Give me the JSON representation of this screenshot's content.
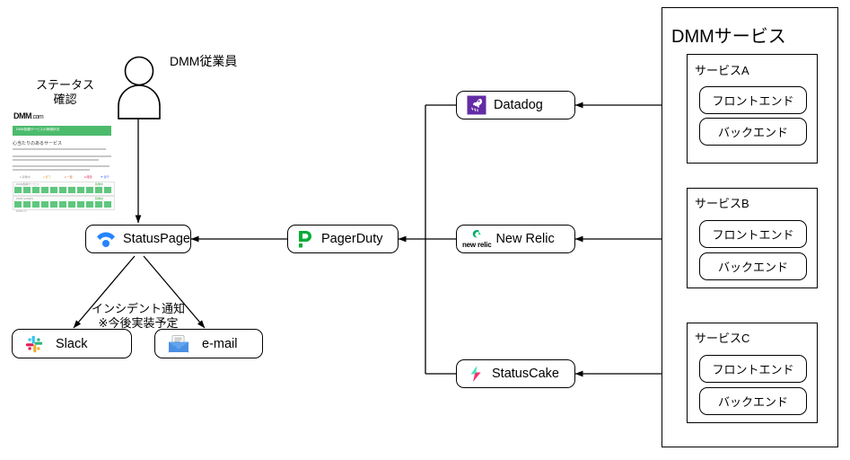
{
  "diagram": {
    "title_service_group": "DMMサービス",
    "actor_label": "DMM従業員",
    "status_check_label_line1": "ステータス",
    "status_check_label_line2": "確認",
    "incident_label_line1": "インシデント通知",
    "incident_label_line2": "※今後実装予定"
  },
  "thumbnail": {
    "brand": "DMM",
    "brand_suffix": ".com",
    "banner_text": "DMM各種サービスの稼働状況",
    "heading": "心当たりのあるサービス",
    "body_line1": "インシデントが発生した場合、こちらのページにて状況をお知らせいたします。",
    "body_line2": "なお、各サービスの詳細な稼働状況につきましては、各サービスのお問い合わせ窓口までご連絡ください。",
    "body_line3": "システムメンテナンスの予定等のお知らせは、それぞれのサービスサイトにてご案内しております。",
    "legend": [
      "稼働中",
      "パフォーマンス低下",
      "一部障害",
      "障害",
      "メンテナンス"
    ],
    "rows": [
      "DMM各種サービス",
      "DMM GAMES",
      "DMM TV"
    ]
  },
  "nodes": {
    "statuspage": {
      "label": "StatusPage",
      "icon": "statuspage-icon",
      "color": "#2684FF"
    },
    "pagerduty": {
      "label": "PagerDuty",
      "icon": "pagerduty-icon",
      "color": "#06AC38"
    },
    "datadog": {
      "label": "Datadog",
      "icon": "datadog-icon",
      "color": "#632CA6"
    },
    "newrelic": {
      "label": "New Relic",
      "icon": "newrelic-icon",
      "color": "#00AC69",
      "wordmark": "new relic"
    },
    "statuscake": {
      "label": "StatusCake",
      "icon": "statuscake-icon",
      "color": "#FF2D6E"
    },
    "slack": {
      "label": "Slack",
      "icon": "slack-icon",
      "color": "#E01E5A"
    },
    "email": {
      "label": "e-mail",
      "icon": "email-icon",
      "color": "#4A90E2"
    }
  },
  "services": [
    {
      "name": "サービスA",
      "components": [
        "フロントエンド",
        "バックエンド"
      ]
    },
    {
      "name": "サービスB",
      "components": [
        "フロントエンド",
        "バックエンド"
      ]
    },
    {
      "name": "サービスC",
      "components": [
        "フロントエンド",
        "バックエンド"
      ]
    }
  ]
}
